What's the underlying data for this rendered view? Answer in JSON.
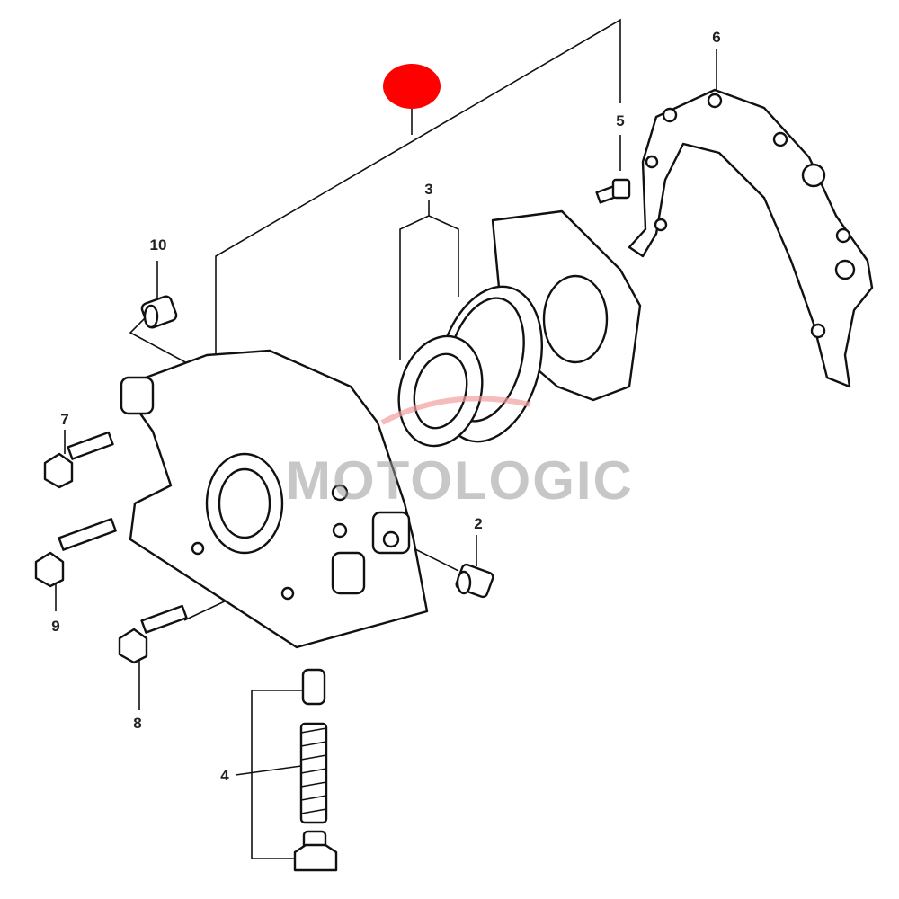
{
  "diagram": {
    "watermark": "MOTOLOGIC",
    "highlight_color": "#ff0000",
    "callouts": [
      {
        "id": "label-2",
        "text": "2"
      },
      {
        "id": "label-3",
        "text": "3"
      },
      {
        "id": "label-4",
        "text": "4"
      },
      {
        "id": "label-5",
        "text": "5"
      },
      {
        "id": "label-6",
        "text": "6"
      },
      {
        "id": "label-7",
        "text": "7"
      },
      {
        "id": "label-8",
        "text": "8"
      },
      {
        "id": "label-9",
        "text": "9"
      },
      {
        "id": "label-10",
        "text": "10"
      }
    ]
  }
}
